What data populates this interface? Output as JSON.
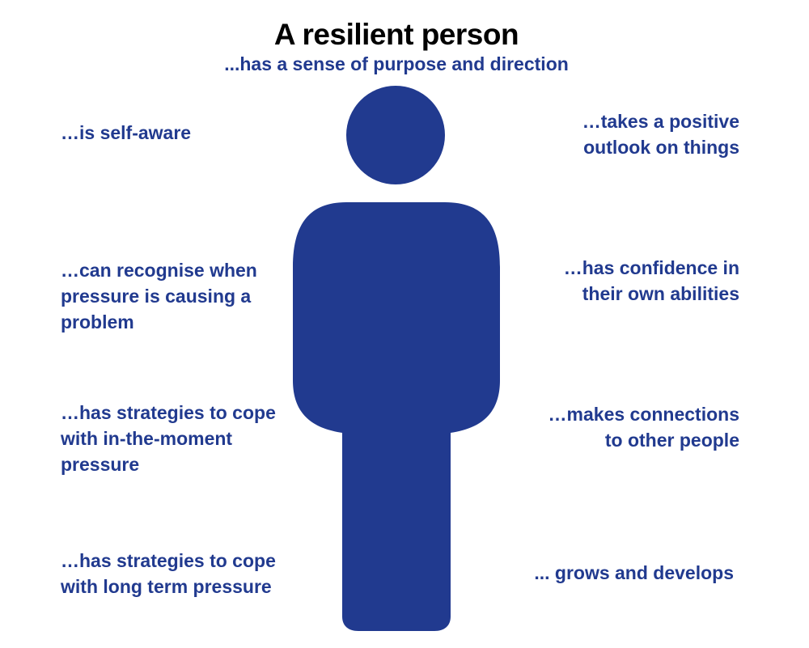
{
  "title": "A resilient person",
  "subtitle": "...has a sense of purpose and direction",
  "colors": {
    "figure": "#213a8f",
    "text": "#213a8f",
    "title": "#000000"
  },
  "traits_left": [
    "…is self-aware",
    "…can recognise when\npressure is causing a\nproblem",
    "…has strategies to cope\nwith in-the-moment\npressure",
    "…has strategies to cope\nwith long term pressure"
  ],
  "traits_right": [
    "…takes a positive\noutlook on things",
    "…has confidence in\ntheir own abilities",
    "…makes connections\nto other people",
    "... grows and develops"
  ]
}
